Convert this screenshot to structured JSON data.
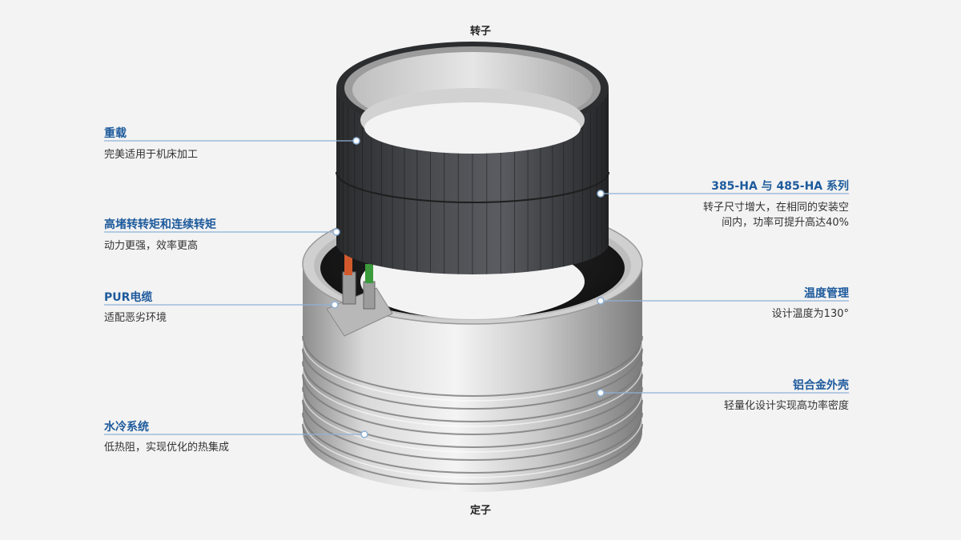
{
  "parts": {
    "rotor": "转子",
    "stator": "定子"
  },
  "features": {
    "heavy_load": {
      "title": "重载",
      "desc": "完美适用于机床加工"
    },
    "torque": {
      "title": "高堵转转矩和连续转矩",
      "desc": "动力更强，效率更高"
    },
    "cable": {
      "title": "PUR电缆",
      "desc": "适配恶劣环境"
    },
    "cooling": {
      "title": "水冷系统",
      "desc": "低热阻，实现优化的热集成"
    },
    "series": {
      "title": "385-HA 与 485-HA 系列",
      "desc_line1": "转子尺寸增大，在相同的安装空",
      "desc_line2": "间内，功率可提升高达40%"
    },
    "temperature": {
      "title": "温度管理",
      "desc": "设计温度为130°"
    },
    "housing": {
      "title": "铝合金外壳",
      "desc": "轻量化设计实现高功率密度"
    }
  },
  "colors": {
    "accent": "#1d5a9c",
    "leader_line": "#8fb0d6",
    "background": "#f3f3f3"
  }
}
